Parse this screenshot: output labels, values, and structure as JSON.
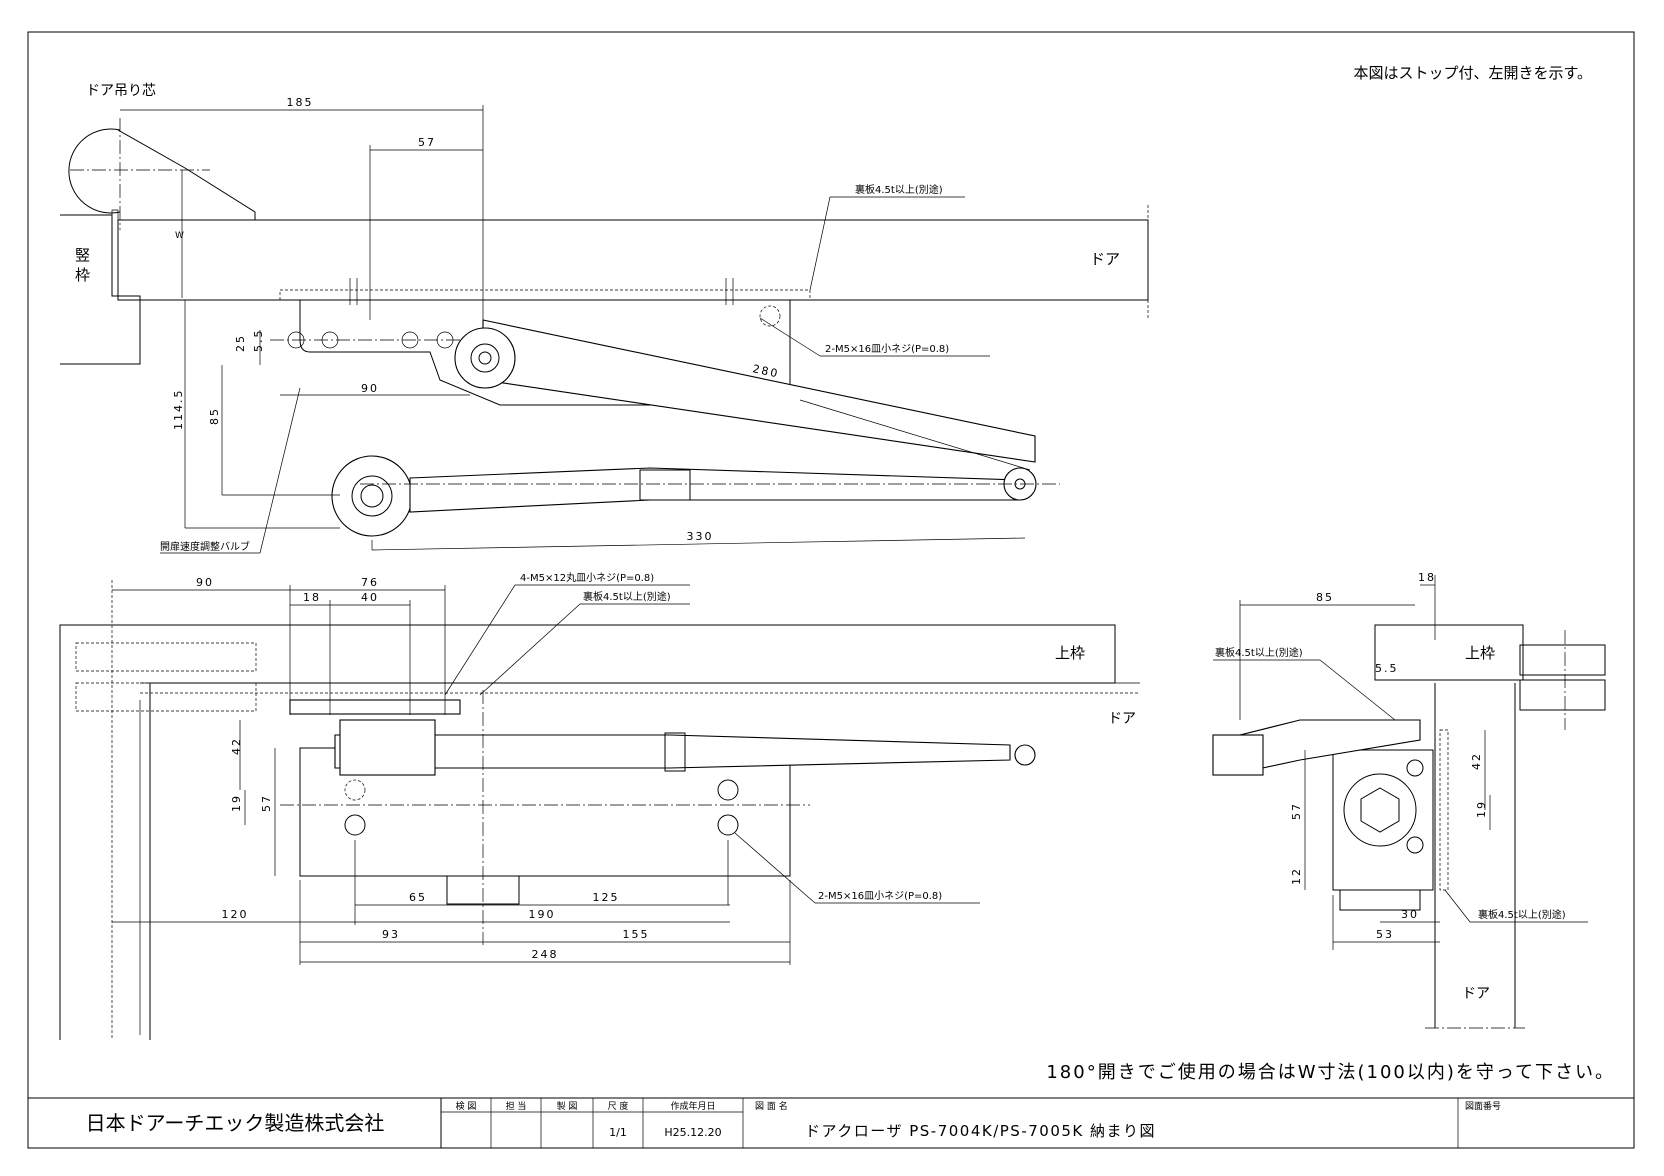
{
  "top_note": "本図はストップ付、左開きを示す。",
  "bottom_note": "180°開きでご使用の場合はW寸法(100以内)を守って下さい。",
  "top_view": {
    "door_hinge_center": "ドア吊り芯",
    "frame": "竪\n枠",
    "frame_line1": "竪",
    "frame_line2": "枠",
    "door": "ドア",
    "w": "W",
    "backing_plate": "裏板4.5t以上(別途)",
    "screw_note": "2-M5×16皿小ネジ(P=0.8)",
    "valve_note": "開扉速度調整バルブ",
    "dims": {
      "d185": "185",
      "d57": "57",
      "d25": "25",
      "d5_5": "5.5",
      "d90": "90",
      "d85": "85",
      "d114_5": "114.5",
      "d280": "280",
      "d330": "330"
    }
  },
  "front_view": {
    "upper_frame": "上枠",
    "door": "ドア",
    "screw_note_top": "4-M5×12丸皿小ネジ(P=0.8)",
    "backing_plate": "裏板4.5t以上(別途)",
    "screw_note_bottom": "2-M5×16皿小ネジ(P=0.8)",
    "dims": {
      "d90": "90",
      "d76": "76",
      "d18": "18",
      "d40": "40",
      "d42": "42",
      "d19": "19",
      "d57": "57",
      "d65": "65",
      "d125": "125",
      "d120": "120",
      "d190": "190",
      "d93": "93",
      "d155": "155",
      "d248": "248"
    }
  },
  "side_view": {
    "upper_frame": "上枠",
    "door": "ドア",
    "backing_plate_top": "裏板4.5t以上(別途)",
    "backing_plate_bottom": "裏板4.5t以上(別途)",
    "dims": {
      "d18": "18",
      "d85": "85",
      "d5_5": "5.5",
      "d42": "42",
      "d57": "57",
      "d19": "19",
      "d12": "12",
      "d30": "30",
      "d53": "53"
    }
  },
  "title_block": {
    "company": "日本ドアーチエック製造株式会社",
    "headers": {
      "check": "検 図",
      "charge": "担 当",
      "drawn": "製 図",
      "scale": "尺 度",
      "date": "作成年月日",
      "title": "図 面 名",
      "number": "図面番号"
    },
    "scale_value": "1/1",
    "date_value": "H25.12.20",
    "drawing_title": "ドアクローザ PS-7004K/PS-7005K 納まり図",
    "drawing_number": ""
  }
}
